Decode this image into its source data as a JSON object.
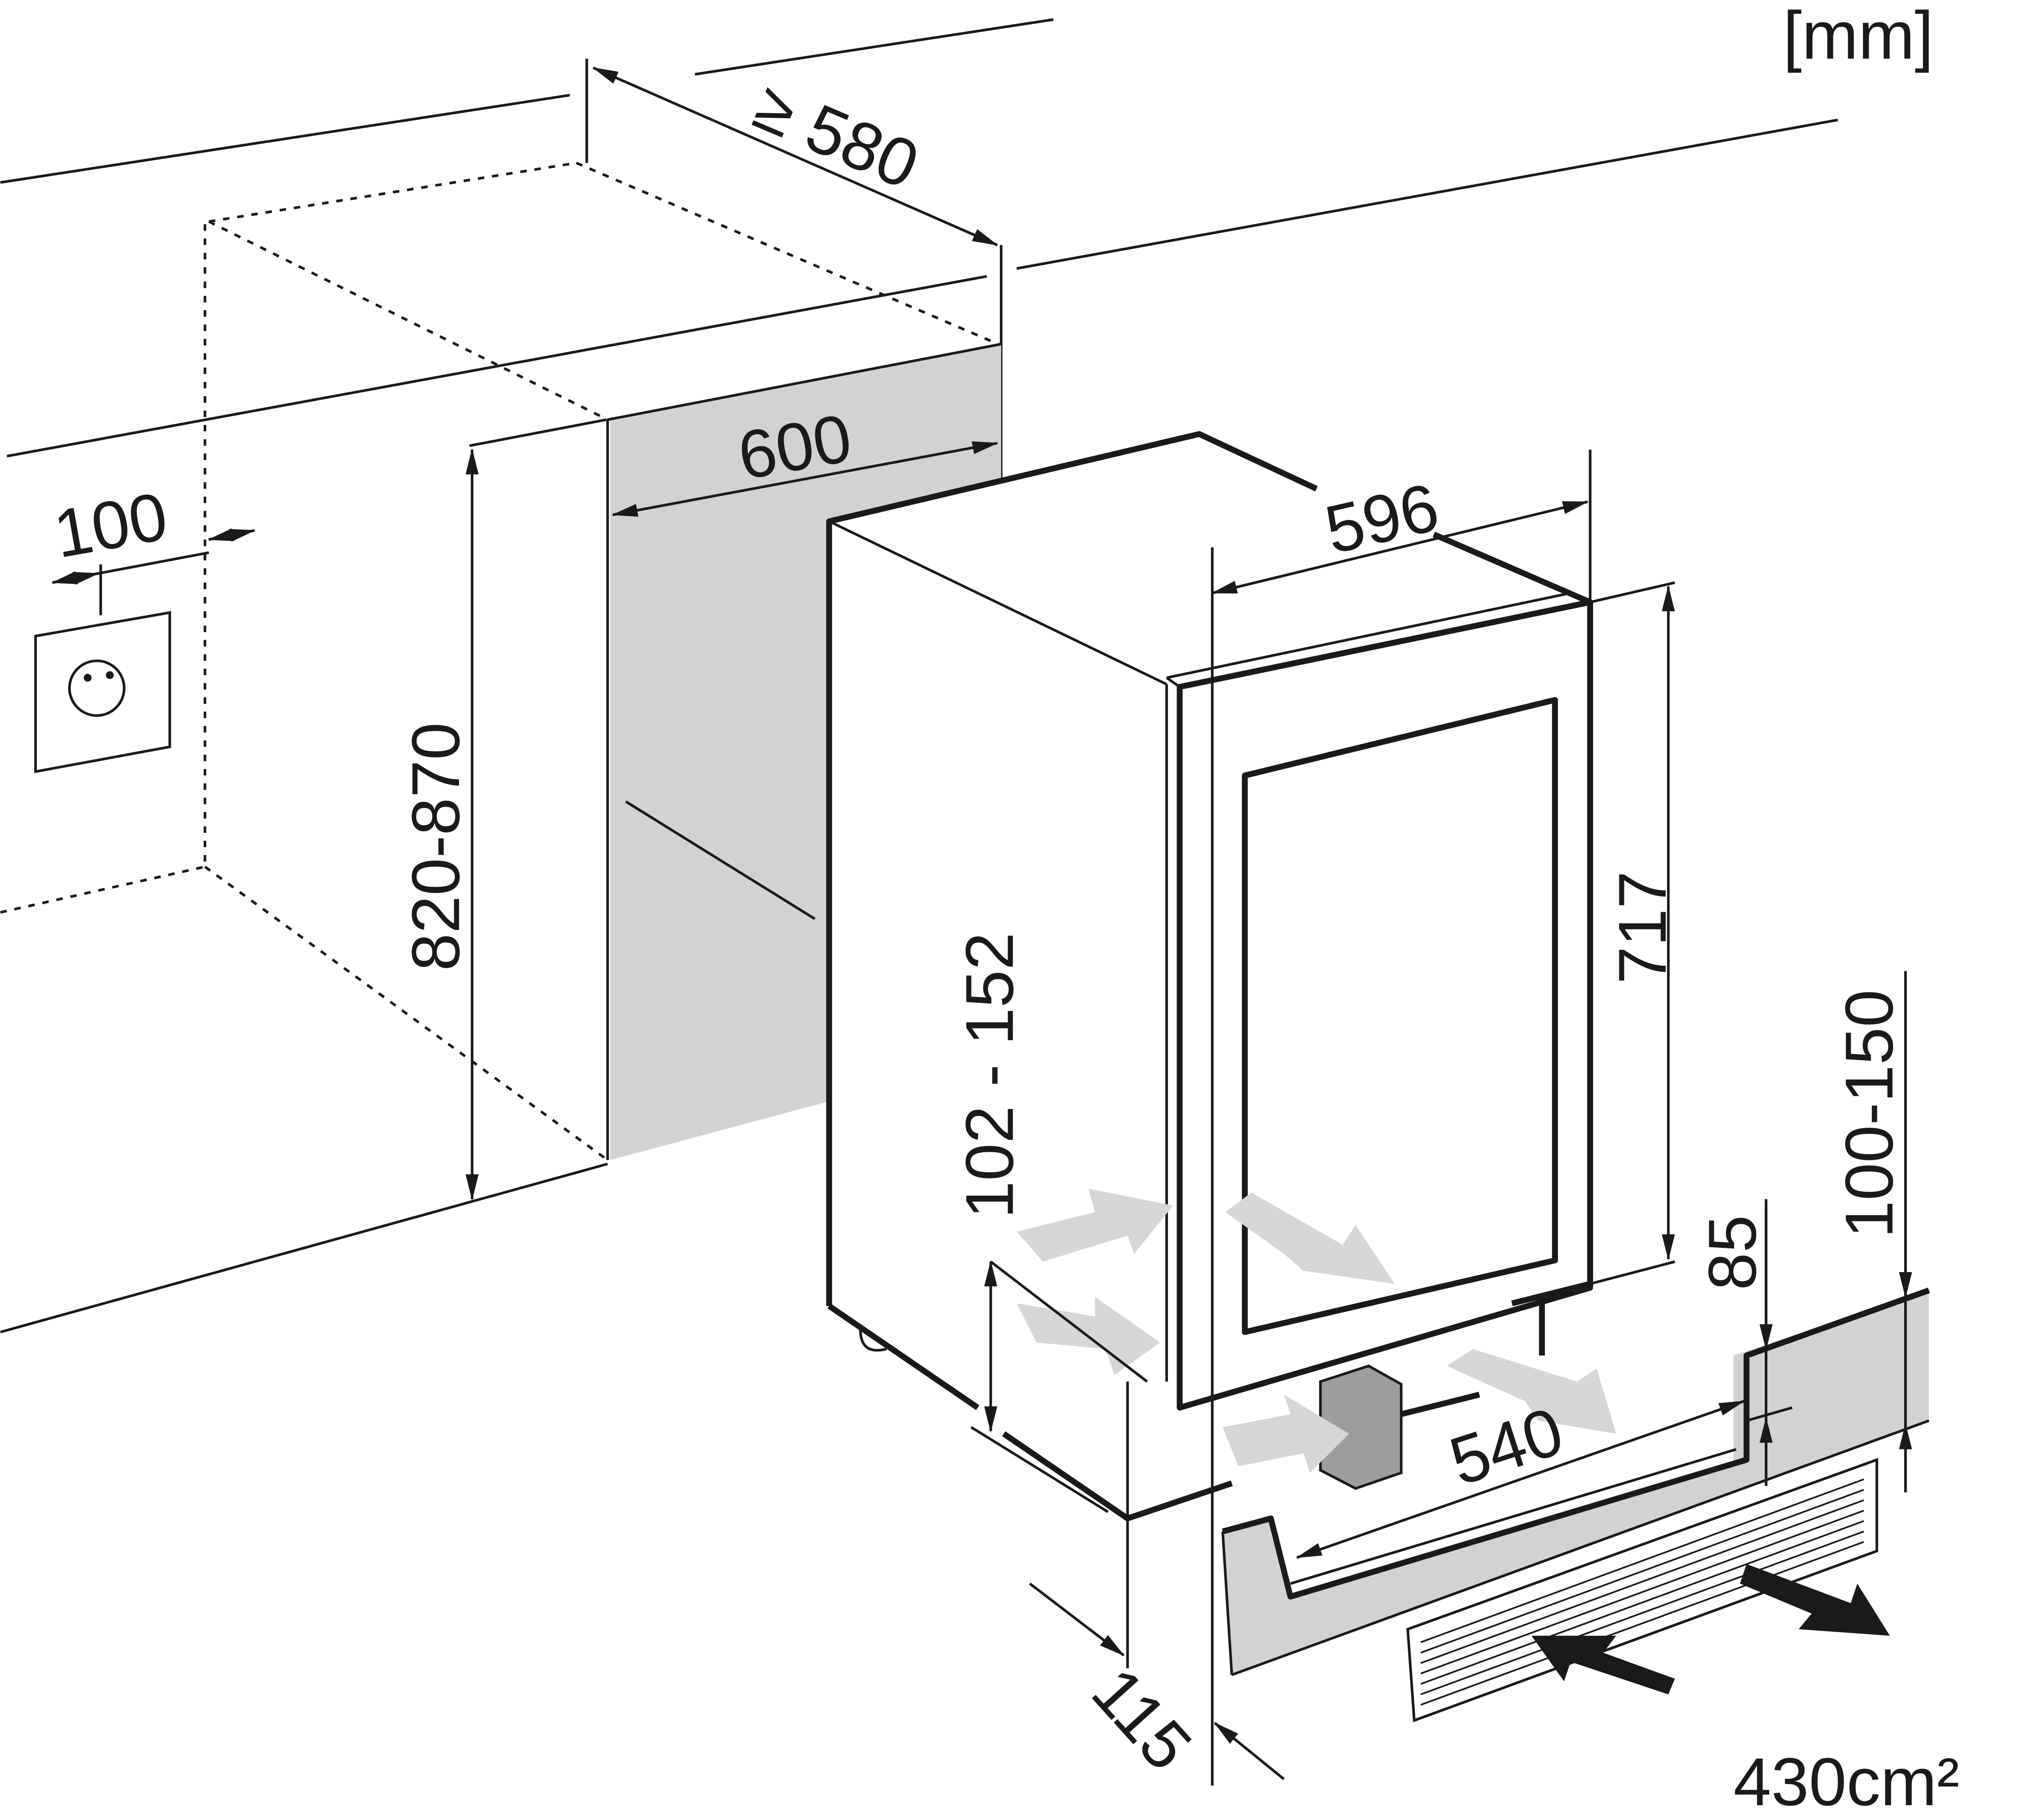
{
  "unit_label": "[mm]",
  "dimensions": {
    "depth_min": "≥ 580",
    "niche_depth": "600",
    "socket_offset": "100",
    "niche_height": "820-870",
    "appliance_width": "596",
    "door_height": "717",
    "plinth_height": "102 - 152",
    "vent_gap": "85",
    "plinth_range": "100-150",
    "plinth_depth": "540",
    "plinth_setback": "115",
    "vent_area": "430cm²"
  },
  "colors": {
    "line": "#1a1a1a",
    "niche": "#d1d3d2",
    "airflow": "#d6d6d6"
  }
}
